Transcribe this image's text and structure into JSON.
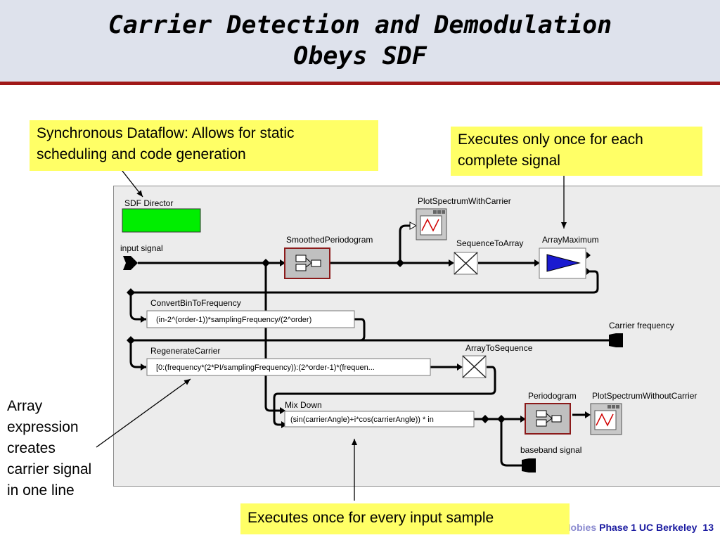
{
  "slide": {
    "title_line1": "Carrier Detection and Demodulation",
    "title_line2": "Obeys SDF",
    "footer_left": "Mobies",
    "footer_mid": "Phase 1 UC Berkeley",
    "page_number": "13"
  },
  "callouts": {
    "sdf_line1": "Synchronous Dataflow: Allows for static",
    "sdf_line2": "scheduling and code generation",
    "once_line1": "Executes only once for each",
    "once_line2": "complete signal",
    "every_sample": "Executes once for every input sample",
    "array_lines": [
      "Array",
      "expression",
      "creates",
      "carrier signal",
      "in one line"
    ]
  },
  "diagram": {
    "sdf_director": "SDF Director",
    "input_signal": "input signal",
    "smoothed_periodogram": "SmoothedPeriodogram",
    "plot_with_carrier": "PlotSpectrumWithCarrier",
    "sequence_to_array": "SequenceToArray",
    "array_maximum": "ArrayMaximum",
    "convert_bin": "ConvertBinToFrequency",
    "convert_expr": "(in-2^(order-1))*samplingFrequency/(2^order)",
    "carrier_frequency": "Carrier frequency",
    "regenerate_carrier": "RegenerateCarrier",
    "regenerate_expr": "[0:(frequency*(2*PI/samplingFrequency)):(2^order-1)*(frequen...",
    "array_to_sequence": "ArrayToSequence",
    "mix_down": "Mix Down",
    "mix_expr": "(sin(carrierAngle)+i*cos(carrierAngle)) * in",
    "periodogram": "Periodogram",
    "plot_without_carrier": "PlotSpectrumWithoutCarrier",
    "baseband_signal": "baseband signal"
  },
  "colors": {
    "title_rule": "#a01818",
    "callout_bg": "#ffff66",
    "director_green": "#00ee00",
    "composite_border": "#8b1a1a",
    "triangle_blue": "#1a1ad0",
    "footer_blue": "#1a1aa0"
  }
}
